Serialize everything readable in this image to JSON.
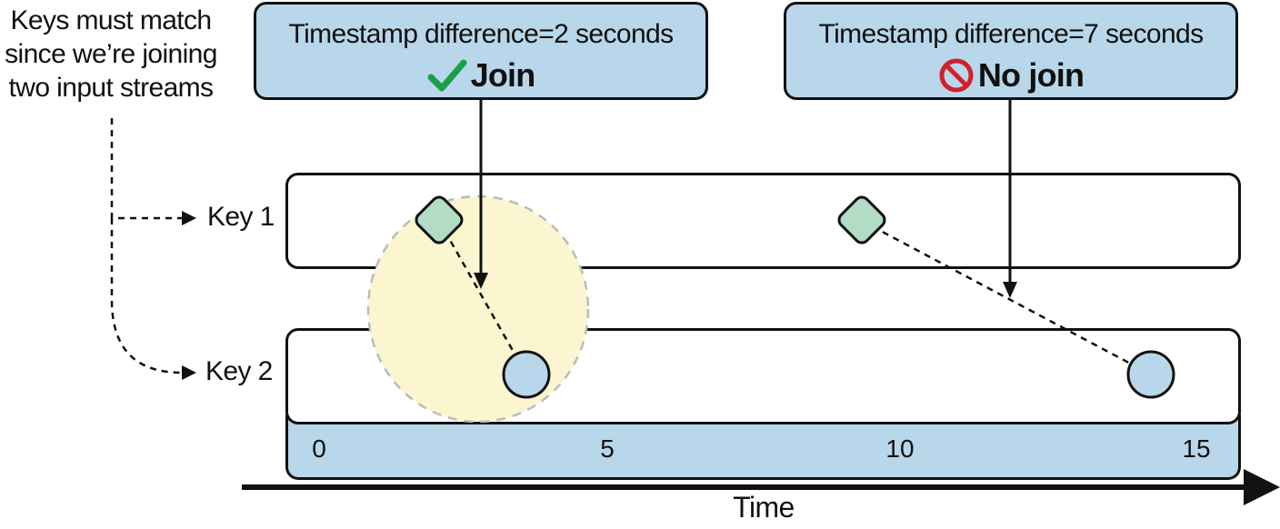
{
  "annotation": {
    "lines": [
      "Keys must match",
      "since we’re joining",
      "two input streams"
    ]
  },
  "callouts": [
    {
      "text": "Timestamp difference=2 seconds",
      "verdict": "Join",
      "verdict_icon": "check-icon",
      "icon_color": "#1a9e4b"
    },
    {
      "text": "Timestamp difference=7 seconds",
      "verdict": "No join",
      "verdict_icon": "prohibited-icon",
      "icon_color": "#d0202e"
    }
  ],
  "lanes": [
    {
      "label": "Key 1"
    },
    {
      "label": "Key 2"
    }
  ],
  "time_axis": {
    "title": "Time",
    "ticks": [
      "0",
      "5",
      "10",
      "15"
    ]
  },
  "colors": {
    "callout_fill": "#b9d7ea",
    "diamond_fill": "#b2dcc3",
    "circle_fill": "#b9d7ea",
    "highlight_fill": "#fbf6cf",
    "outline": "#111111"
  }
}
